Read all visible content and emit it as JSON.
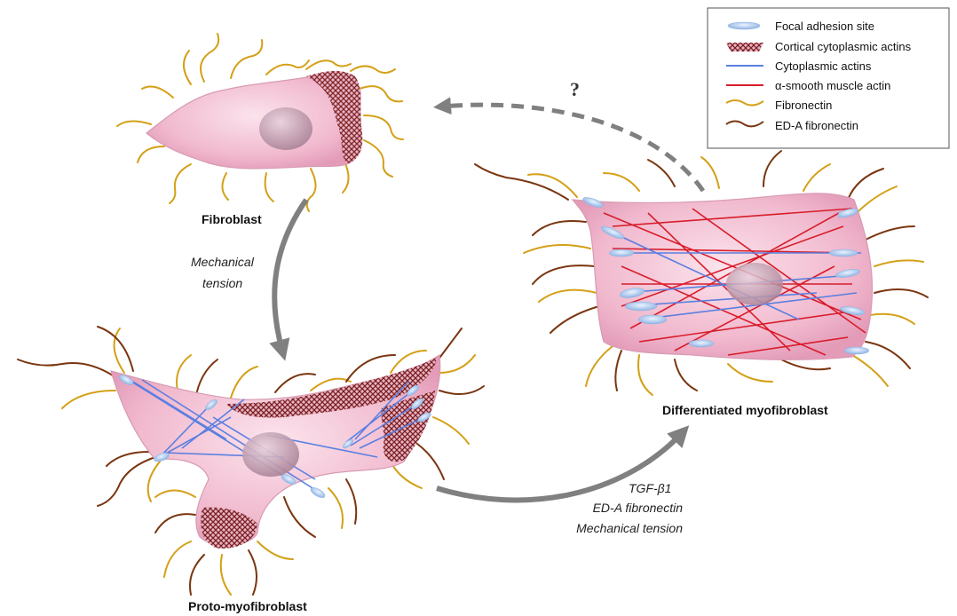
{
  "colors": {
    "cell_fill": "#f0b9cd",
    "cell_edge": "#d79bb2",
    "nucleus": "#c7a0b4",
    "cortical_actin": "#7a1f1f",
    "cytoplasmic_actin": "#5b7fe0",
    "alpha_sma": "#d81c2a",
    "fibronectin": "#d4a017",
    "eda_fibronectin": "#7a3510",
    "focal_adhesion": "#b8d4f2",
    "arrow": "#808080"
  },
  "cells": {
    "fibroblast": "Fibroblast",
    "proto": "Proto-myofibroblast",
    "differentiated": "Differentiated myofibroblast"
  },
  "transitions": {
    "mechanical_1": "Mechanical",
    "mechanical_2": "tension",
    "tgf": "TGF-β1",
    "eda": "ED-A fibronectin",
    "mech_tension": "Mechanical tension",
    "question": "?"
  },
  "legend": {
    "items": [
      {
        "label": "Focal adhesion site",
        "icon": "focal-adhesion-icon"
      },
      {
        "label": "Cortical cytoplasmic actins",
        "icon": "cortical-actin-icon"
      },
      {
        "label": "Cytoplasmic actins",
        "icon": "cytoplasmic-actin-icon"
      },
      {
        "label": "α-smooth muscle actin",
        "icon": "alpha-sma-icon"
      },
      {
        "label": "Fibronectin",
        "icon": "fibronectin-icon"
      },
      {
        "label": "ED-A fibronectin",
        "icon": "eda-fibronectin-icon"
      }
    ]
  }
}
